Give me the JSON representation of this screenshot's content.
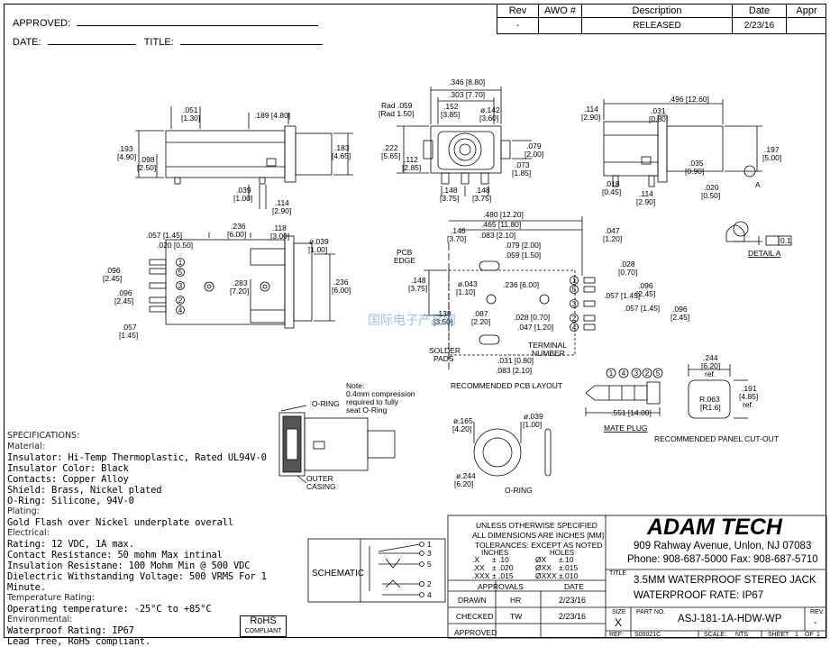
{
  "header": {
    "approved_label": "APPROVED:",
    "date_label": "DATE:",
    "title_label": "TITLE:"
  },
  "revision_table": {
    "headers": [
      "Rev",
      "AWO #",
      "Description",
      "Date",
      "Appr"
    ],
    "row": [
      "-",
      "",
      "RELEASED",
      "2/23/16",
      ""
    ]
  },
  "dims": {
    "side_top_a": ".051",
    "side_top_a_mm": "[1.30]",
    "side_top_b": ".189 [4.80]",
    "side_left_h": ".193",
    "side_left_h_mm": "[4.90]",
    "side_left_h2": ".098",
    "side_left_h2_mm": "[2.50]",
    "side_right_h": ".183",
    "side_right_h_mm": "[4.65]",
    "side_bot_a": ".039",
    "side_bot_a_mm": "[1.00]",
    "side_bot_b": ".114",
    "side_bot_b_mm": "[2.90]",
    "front_top_a": ".346 [8.80]",
    "front_top_b": ".303 [7.70]",
    "front_rad": "Rad .059",
    "front_rad_mm": "[Rad 1.50]",
    "front_c": ".152",
    "front_c_mm": "[3.85]",
    "front_phi": "ø.142",
    "front_phi_mm": "[3.60]",
    "front_left_a": ".222",
    "front_left_a_mm": "[5.65]",
    "front_left_b": ".112",
    "front_left_b_mm": "[2.85]",
    "front_right_a": ".079",
    "front_right_a_mm": "[2.00]",
    "front_right_b": ".073",
    "front_right_b_mm": "[1.85]",
    "front_bot_a": ".148",
    "front_bot_a_mm": "[3.75]",
    "front_bot_b": ".148",
    "front_bot_b_mm": "[3.75]",
    "rside_top": ".496 [12.60]",
    "rside_a": ".114",
    "rside_a_mm": "[2.90]",
    "rside_b": ".031",
    "rside_b_mm": "[0.80]",
    "rside_c": ".197",
    "rside_c_mm": "[5.00]",
    "rside_d": ".035",
    "rside_d_mm": "[0.90]",
    "rside_e": ".018",
    "rside_e_mm": "[0.45]",
    "rside_f": ".020",
    "rside_f_mm": "[0.50]",
    "rside_g": ".114",
    "rside_g_mm": "[2.90]",
    "rside_a_label": "A",
    "top_a": ".057 [1.45]",
    "top_b": ".020 [0.50]",
    "top_c": ".236",
    "top_c_mm": "[6.00]",
    "top_d": ".118",
    "top_d_mm": "[3.00]",
    "top_phi": "ø.039",
    "top_phi_mm": "[1.00]",
    "top_left_a": ".096",
    "top_left_a_mm": "[2.45]",
    "top_left_b": ".096",
    "top_left_b_mm": "[2.45]",
    "top_left_c": ".057",
    "top_left_c_mm": "[1.45]",
    "top_mid": ".283",
    "top_mid_mm": "[7.20]",
    "top_right": ".236",
    "top_right_mm": "[6.00]",
    "pcb_a": ".480 [12.20]",
    "pcb_b": ".465 [11.80]",
    "pcb_c": ".146",
    "pcb_c_mm": "[3.70]",
    "pcb_d": ".083 [2.10]",
    "pcb_e": ".079 [2.00]",
    "pcb_f": ".059 [1.50]",
    "pcb_g": ".047",
    "pcb_g_mm": "[1.20]",
    "pcb_h": ".028",
    "pcb_h_mm": "[0.70]",
    "pcb_i": ".096",
    "pcb_i_mm": "[2.45]",
    "pcb_j": ".057 [1.45]",
    "pcb_k": ".057 [1.45]",
    "pcb_l": ".096",
    "pcb_l_mm": "[2.45]",
    "pcb_m": ".148",
    "pcb_m_mm": "[3.75]",
    "pcb_n": "ø.043",
    "pcb_n_mm": "[1.10]",
    "pcb_o": ".236 [6.00]",
    "pcb_p": ".087",
    "pcb_p_mm": "[2.20]",
    "pcb_q": ".028 [0.70]",
    "pcb_r": ".047 [1.20]",
    "pcb_s": ".031 [0.80]",
    "pcb_t": ".083 [2.10]",
    "pcb_u": ".138",
    "pcb_u_mm": "[3.50]",
    "plug_len": ".551 [14.00]",
    "panel_a": ".244",
    "panel_a_mm": "[6.20]",
    "panel_a_ref": "ref.",
    "panel_b": ".191",
    "panel_b_mm": "[4.85]",
    "panel_b_ref": "ref.",
    "panel_r": "R.063",
    "panel_r_mm": "[R1.6]",
    "oring_a": "ø.165",
    "oring_a_mm": "[4.20]",
    "oring_b": "ø.039",
    "oring_b_mm": "[1.00]",
    "oring_c": "ø.244",
    "oring_c_mm": "[6.20]",
    "tol_box": "0.1"
  },
  "labels": {
    "pcb_edge": "PCB",
    "pcb_edge2": "EDGE",
    "solder_pads": "SOLDER",
    "solder_pads2": "PADS",
    "terminal": "TERMINAL",
    "terminal2": "NUMBER",
    "rec_pcb": "RECOMMENDED PCB LAYOUT",
    "detail_a": "DETAIL A",
    "mate_plug": "MATE PLUG",
    "rec_panel": "RECOMMENDED PANEL CUT-OUT",
    "note_1": "Note:",
    "note_2": "0.4mm compression",
    "note_3": "required to fully",
    "note_4": "seat O-Ring",
    "o_ring_callout": "O-RING",
    "outer_casing": "OUTER",
    "outer_casing2": "CASING",
    "o_ring_title": "O-RING",
    "schematic": "SCHEMATIC",
    "pins": [
      "1",
      "5",
      "3",
      "2",
      "4"
    ],
    "plug_pins": [
      "1",
      "4",
      "3",
      "2",
      "5"
    ],
    "sch_pins": [
      "1",
      "3",
      "5",
      "2",
      "4"
    ],
    "watermark": "国际电子产品网"
  },
  "specs": [
    {
      "kind": "hdr",
      "text": "SPECIFICATIONS:"
    },
    {
      "kind": "hdr",
      "text": "Material:"
    },
    {
      "kind": "val",
      "text": "Insulator: Hi-Temp Thermoplastic, Rated UL94V-0"
    },
    {
      "kind": "val",
      "text": "Insulator Color: Black"
    },
    {
      "kind": "val",
      "text": "Contacts: Copper Alloy"
    },
    {
      "kind": "val",
      "text": "Shield: Brass, Nickel plated"
    },
    {
      "kind": "val",
      "text": "O-Ring: Silicone, 94V-0"
    },
    {
      "kind": "hdr",
      "text": "Plating:"
    },
    {
      "kind": "val",
      "text": "Gold Flash over Nickel underplate overall"
    },
    {
      "kind": "hdr",
      "text": "Electrical:"
    },
    {
      "kind": "val",
      "text": "Rating: 12 VDC, 1A max."
    },
    {
      "kind": "val",
      "text": "Contact Resistance: 50 mohm Max intinal"
    },
    {
      "kind": "val",
      "text": "Insulation Resistane: 100 Mohm Min @ 500 VDC"
    },
    {
      "kind": "val",
      "text": "Dielectric Withstanding Voltage: 500 VRMS For 1 Minute."
    },
    {
      "kind": "hdr",
      "text": "Temperature Rating:"
    },
    {
      "kind": "val",
      "text": "Operating temperature: -25°C to +85°C"
    },
    {
      "kind": "hdr",
      "text": "Environmental:"
    },
    {
      "kind": "val",
      "text": "Waterproof Rating: IP67"
    },
    {
      "kind": "val",
      "text": "Lead free, RoHS compliant."
    }
  ],
  "rohs": {
    "line1": "RoHS",
    "line2": "COMPLIANT"
  },
  "title_block": {
    "tol_1": "UNLESS OTHERWISE SPECIFIED",
    "tol_2": "ALL DIMENSIONS ARE INCHES [MM]",
    "tol_3": "TOLERANCES: EXCEPT AS NOTED",
    "inches": "INCHES",
    "holes": "HOLES",
    "tol_rows": [
      [
        ".X",
        "± .10",
        "ØX",
        "±.10"
      ],
      [
        ".XX",
        "± .020",
        "ØXX",
        "±.015"
      ],
      [
        ".XXX",
        "± .015",
        "ØXXX",
        "±.010"
      ]
    ],
    "approvals": "APPROVALS",
    "date_hdr": "DATE",
    "drawn": "DRAWN",
    "drawn_by": "HR",
    "drawn_date": "2/23/16",
    "checked": "CHECKED",
    "checked_by": "TW",
    "checked_date": "2/23/16",
    "approved": "APPROVED",
    "company": "ADAM TECH",
    "address": "909 Rahway Avenue, Unlon, NJ 07083",
    "phone": "Phone: 908-687-5000 Fax: 908-687-5710",
    "title_lbl": "TITLE",
    "title_1": "3.5MM WATERPROOF STEREO JACK",
    "title_2": "WATERPROOF RATE: IP67",
    "size_lbl": "SIZE",
    "size_val": "X",
    "part_lbl": "PART NO.",
    "part_val": "ASJ-181-1A-HDW-WP",
    "rev_lbl": "REV.",
    "rev_val": "-",
    "ref_lbl": "REF:",
    "ref_val": "S00021C",
    "scale_lbl": "SCALE:",
    "scale_val": "NTS",
    "sheet_lbl": "SHEET",
    "sheet_val": "1",
    "of_lbl": "OF",
    "of_val": "1"
  }
}
